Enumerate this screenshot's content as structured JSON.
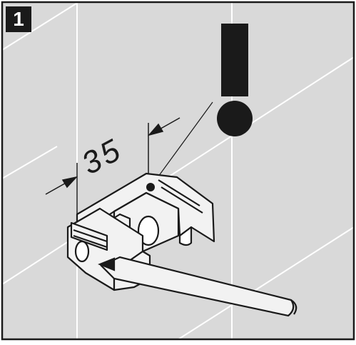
{
  "figure": {
    "step_number": "1",
    "dimension_value": "35",
    "colors": {
      "tile_background": "#d9d9d9",
      "grout_lines": "#ffffff",
      "frame": "#1a1a1a",
      "ink": "#1a1a1a",
      "part_fill": "#f2f2f2"
    },
    "icons": [
      "warning-exclamation-icon",
      "mounting-bracket",
      "drill-bit",
      "dimension-arrow-icon"
    ]
  }
}
